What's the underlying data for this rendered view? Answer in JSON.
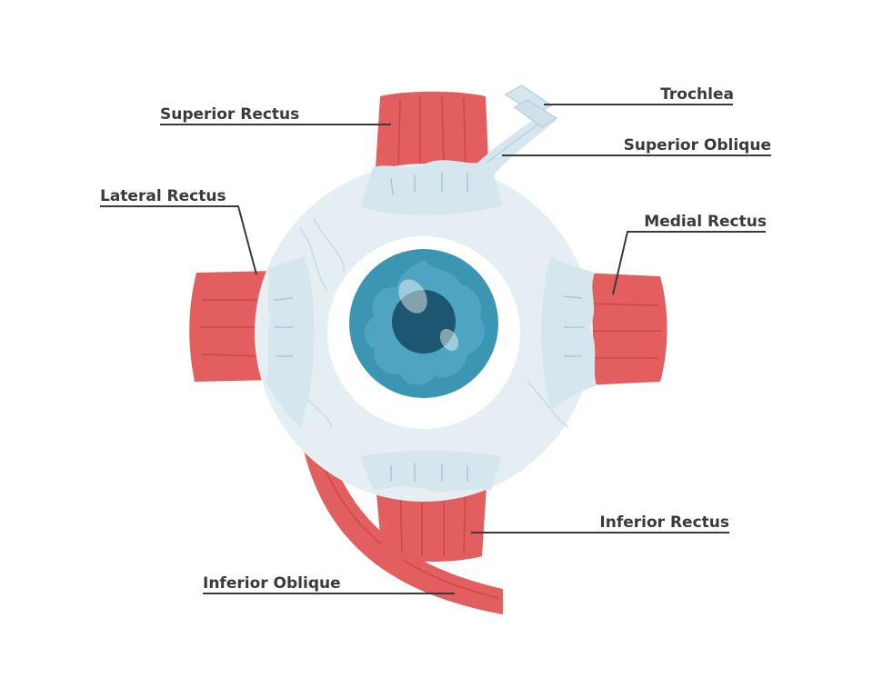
{
  "labels": {
    "superior_rectus": "Superior Rectus",
    "lateral_rectus": "Lateral Rectus",
    "inferior_oblique": "Inferior Oblique",
    "trochlea": "Trochlea",
    "superior_oblique": "Superior Oblique",
    "medial_rectus": "Medial Rectus",
    "inferior_rectus": "Inferior Rectus"
  },
  "colors": {
    "muscle": "#e35f5f",
    "muscle_dark": "#c94848",
    "tendon": "#d6e6ee",
    "sclera": "#e4eef3",
    "iris": "#3b95b3",
    "iris_light": "#5fb0cc",
    "pupil": "#1d5670",
    "leader": "#3a3a3a"
  }
}
